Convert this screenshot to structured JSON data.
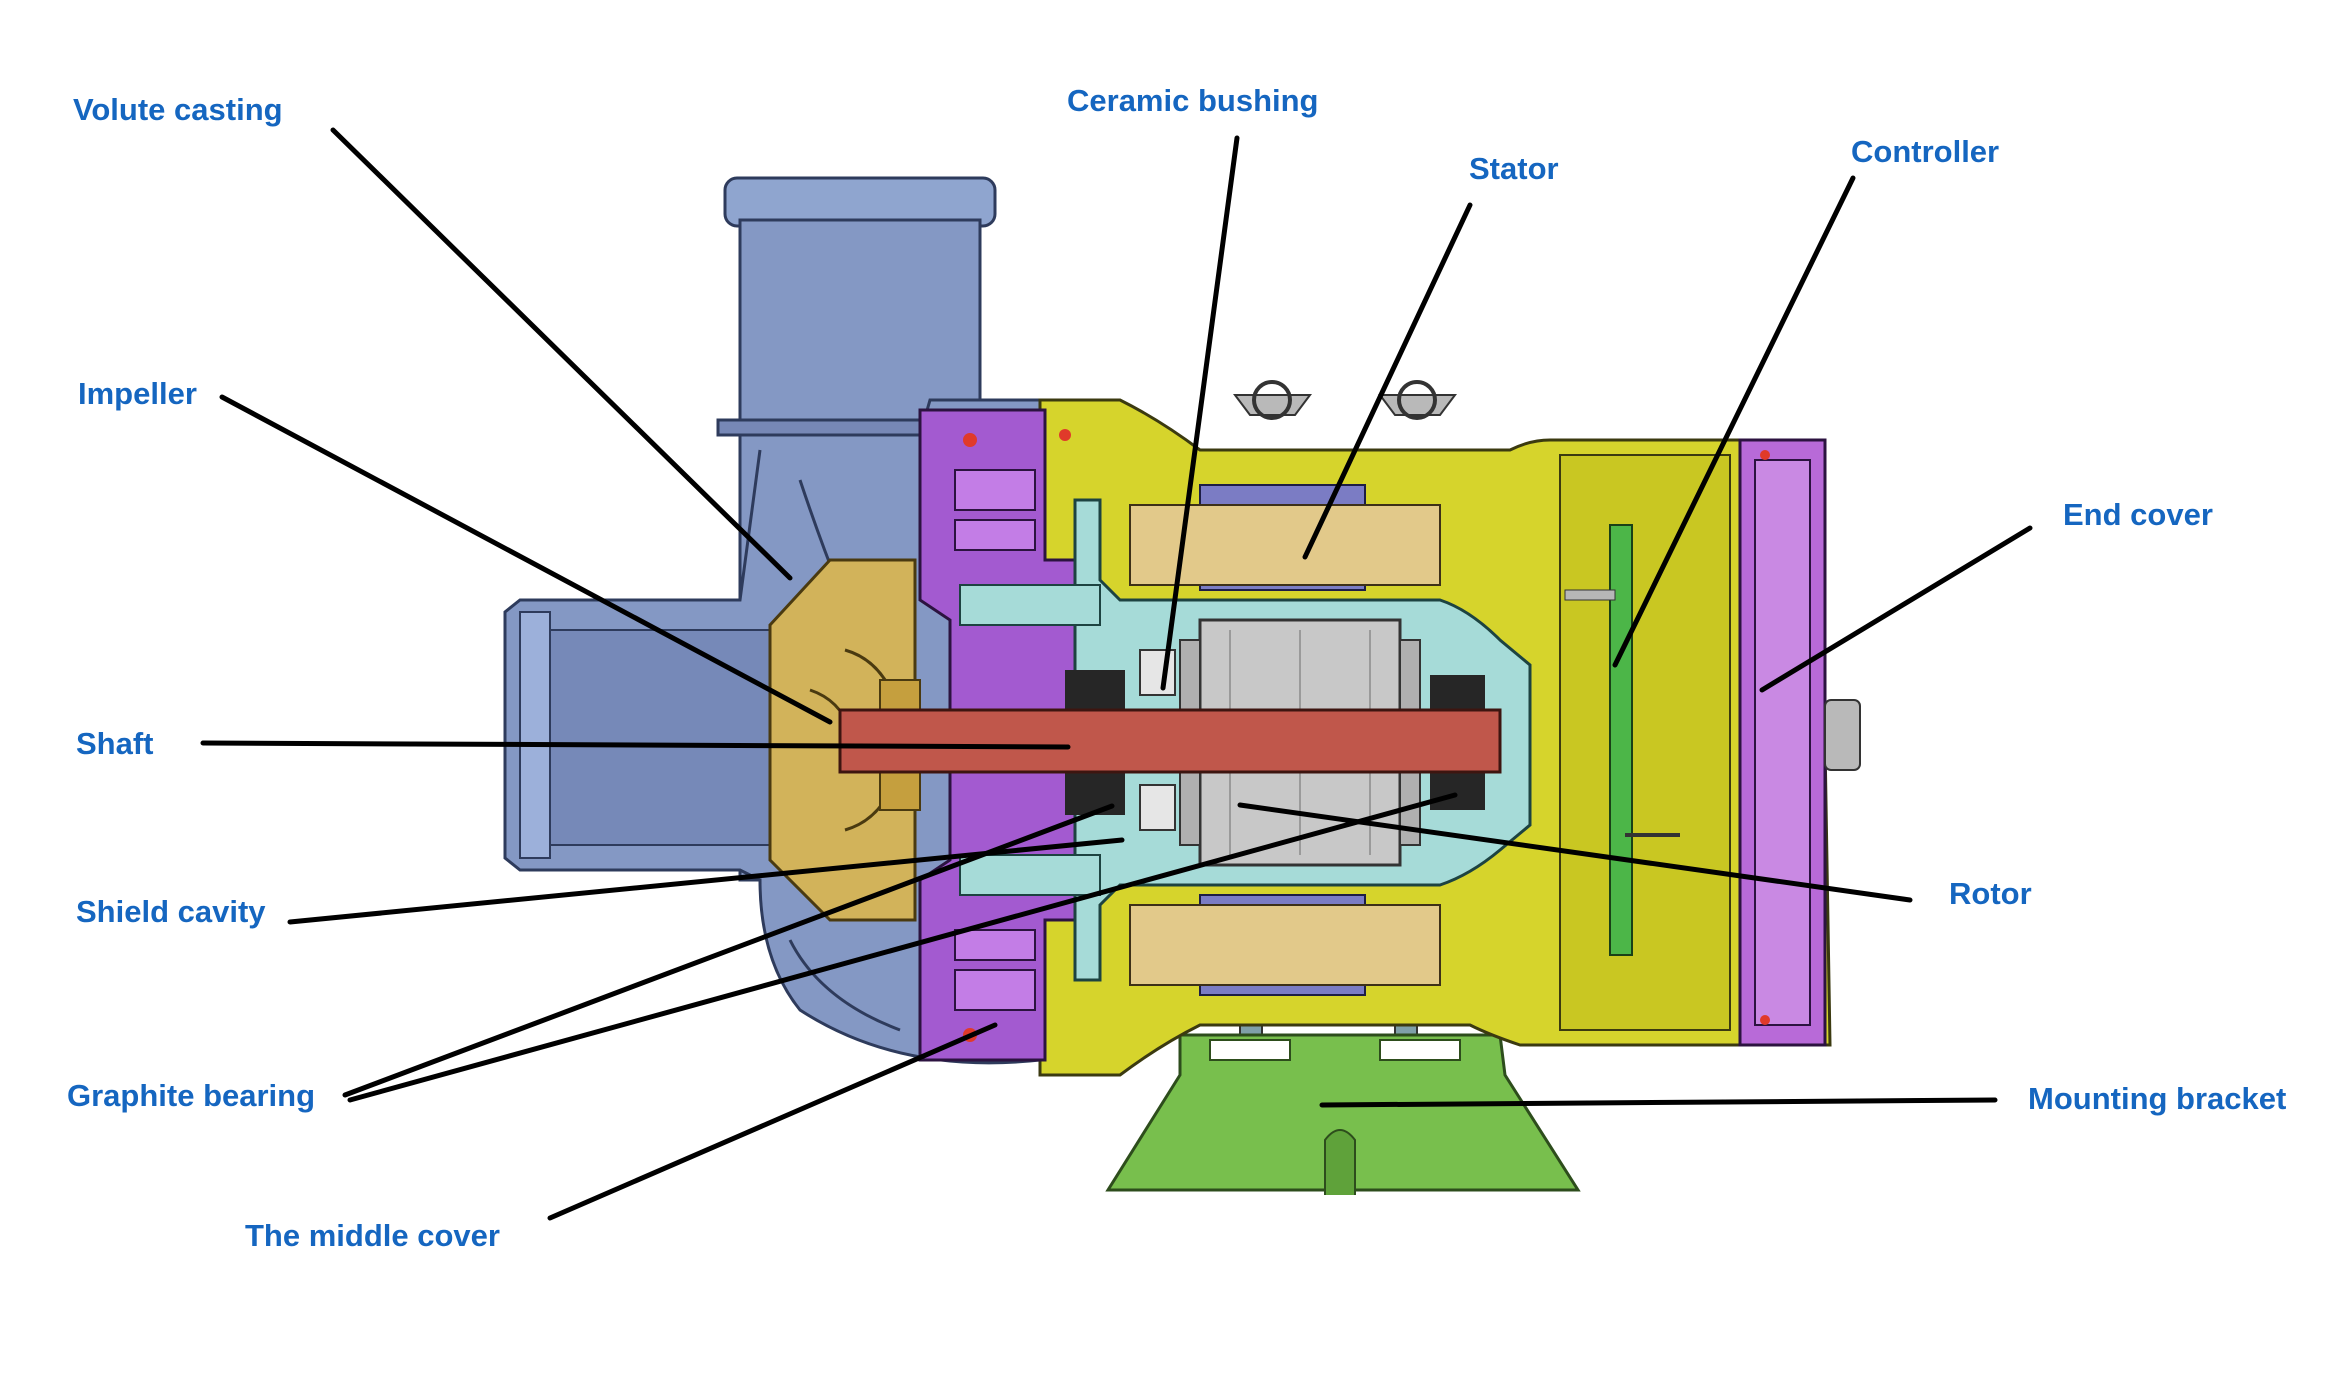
{
  "labels": {
    "volute_casting": "Volute casting",
    "impeller": "Impeller",
    "shaft": "Shaft",
    "shield_cavity": "Shield cavity",
    "graphite_bearing": "Graphite bearing",
    "middle_cover": "The middle cover",
    "ceramic_bushing": "Ceramic bushing",
    "stator": "Stator",
    "controller": "Controller",
    "end_cover": "End cover",
    "rotor": "Rotor",
    "mounting_bracket": "Mounting bracket"
  },
  "colors": {
    "label_text": "#1566c0",
    "leader_line": "#000000",
    "volute_casting": "#8498c4",
    "impeller": "#d2b35a",
    "shaft": "#c0574b",
    "shield_cavity": "#a6dbd8",
    "middle_cover": "#a35ad0",
    "motor_housing": "#d6d42c",
    "stator_core": "#7b7cc4",
    "stator_winding": "#e2c98a",
    "rotor": "#c8c8c8",
    "controller_pcb": "#4cb648",
    "end_cover": "#b86ad8",
    "mounting_bracket": "#78bf4d"
  }
}
